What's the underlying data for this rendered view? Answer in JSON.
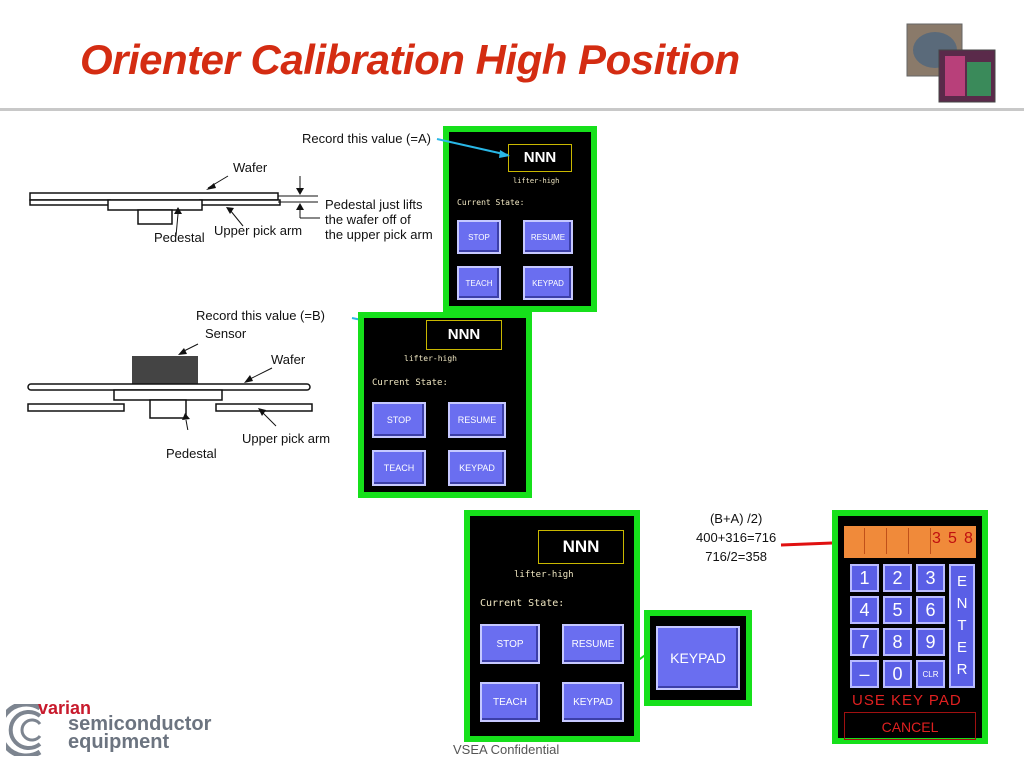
{
  "title": "Orienter Calibration High Position",
  "diagram1": {
    "wafer": "Wafer",
    "pedestal": "Pedestal",
    "upper_pick_arm": "Upper pick arm",
    "note": [
      "Pedestal just lifts",
      "the wafer off of",
      "the upper pick arm"
    ],
    "record": "Record this value (=A)"
  },
  "diagram2": {
    "record": "Record this value (=B)",
    "sensor": "Sensor",
    "wafer": "Wafer",
    "upper_pick_arm": "Upper pick arm",
    "pedestal": "Pedestal"
  },
  "panel": {
    "value": "NNN",
    "caption": "lifter-high",
    "state_label": "Current State:",
    "stop": "STOP",
    "resume": "RESUME",
    "teach": "TEACH",
    "keypad": "KEYPAD"
  },
  "keypad_zoom": "KEYPAD",
  "calc": [
    "(B+A) /2)",
    "400+316=716",
    "716/2=358"
  ],
  "keypad": {
    "display": [
      "3",
      "5",
      "8"
    ],
    "keys": [
      "1",
      "2",
      "3",
      "4",
      "5",
      "6",
      "7",
      "8",
      "9",
      "–",
      "0",
      "CLR"
    ],
    "enter_letters": [
      "E",
      "N",
      "T",
      "E",
      "R"
    ],
    "message": "USE KEY PAD",
    "cancel": "CANCEL"
  },
  "logo": {
    "line1": "varian",
    "line2": "semiconductor",
    "line3": "equipment"
  },
  "footer": "VSEA Confidential",
  "colors": {
    "title": "#d42c12",
    "panel_border": "#16e01b",
    "button": "#6a6ef0",
    "keypad_bg": "#f08a3a"
  }
}
